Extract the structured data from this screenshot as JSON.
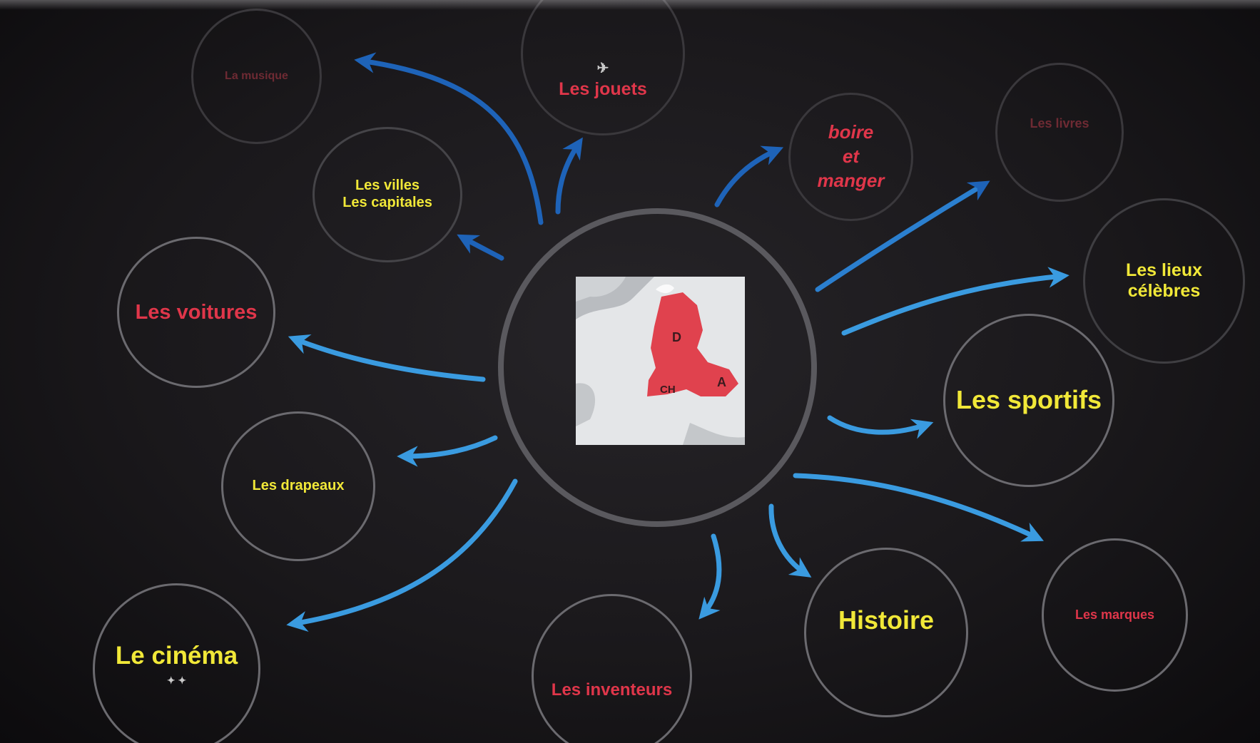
{
  "diagram": {
    "center_labels": {
      "germany": "D",
      "switzerland": "CH",
      "austria": "A"
    },
    "topics": [
      {
        "id": "la-musique",
        "label": [
          "La musique"
        ]
      },
      {
        "id": "les-jouets",
        "label": [
          "Les jouets"
        ]
      },
      {
        "id": "boire-manger",
        "label": [
          "boire",
          "et",
          "manger"
        ]
      },
      {
        "id": "les-livres",
        "label": [
          "Les livres"
        ]
      },
      {
        "id": "les-villes",
        "label": [
          "Les villes",
          "Les capitales"
        ]
      },
      {
        "id": "les-lieux-celebres",
        "label": [
          "Les lieux",
          "célèbres"
        ]
      },
      {
        "id": "les-voitures",
        "label": [
          "Les voitures"
        ]
      },
      {
        "id": "les-sportifs",
        "label": [
          "Les sportifs"
        ]
      },
      {
        "id": "les-drapeaux",
        "label": [
          "Les drapeaux"
        ]
      },
      {
        "id": "le-cinema",
        "label": [
          "Le cinéma"
        ]
      },
      {
        "id": "les-inventeurs",
        "label": [
          "Les inventeurs"
        ]
      },
      {
        "id": "histoire",
        "label": [
          "Histoire"
        ]
      },
      {
        "id": "les-marques",
        "label": [
          "Les marques"
        ]
      }
    ],
    "colors": {
      "arrow": "#3a9be0",
      "arrow_dark": "#1e63b8",
      "red_text": "#e0364a",
      "yellow_text": "#f1e838",
      "circle": "#6b6a6f",
      "map_bg": "#b9bcc0",
      "map_land": "#e4e6e8",
      "map_highlight": "#e0424e"
    }
  }
}
